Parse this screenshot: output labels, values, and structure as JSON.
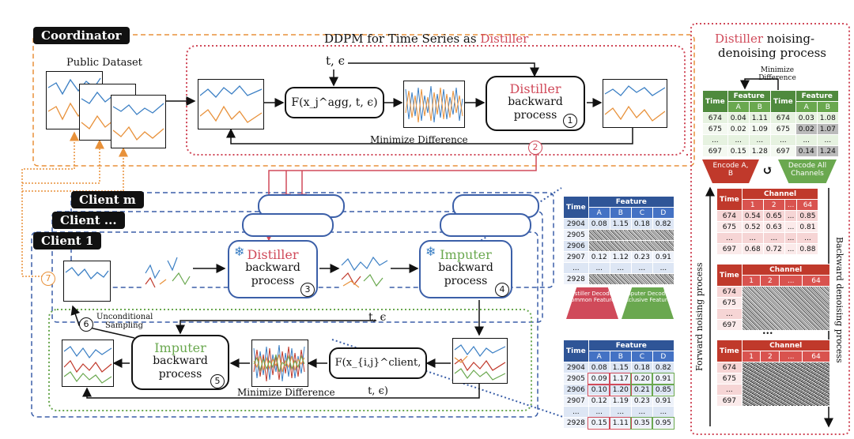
{
  "coordinator": {
    "tag": "Coordinator",
    "title_prefix": "DDPM for Time Series as ",
    "title_highlight": "Distiller",
    "public_dataset": "Public Dataset",
    "t_eps": "t, ϵ",
    "func_label": "F(x_j^agg, t, ϵ)",
    "distiller_box": {
      "line1": "Distiller",
      "line2": "backward",
      "line3": "process"
    },
    "minimize": "Minimize Difference",
    "num1": "1",
    "num2": "2"
  },
  "clients": {
    "tag_m": "Client m",
    "tag_dots": "Client ...",
    "tag_1": "Client 1",
    "distiller_box": {
      "line1": "Distiller",
      "line2": "backward",
      "line3": "process"
    },
    "imputer_box": {
      "line1": "Imputer",
      "line2": "backward",
      "line3": "process"
    },
    "imputer_box5": {
      "line1": "Imputer",
      "line2": "backward",
      "line3": "process"
    },
    "t_eps": "t, ϵ",
    "func_label": "F(x_{i,j}^client, t, ϵ)",
    "minimize": "Minimize Difference",
    "unconditional": "Unconditional Sampling",
    "num3": "3",
    "num4": "4",
    "num5": "5",
    "num6": "6",
    "num7": "7"
  },
  "client_table_top": {
    "time_header": "Time",
    "feature_header": "Feature",
    "cols": [
      "A",
      "B",
      "C",
      "D"
    ],
    "rows": [
      {
        "time": "2904",
        "vals": [
          "0.08",
          "1.15",
          "0.18",
          "0.82"
        ]
      },
      {
        "time": "2905",
        "vals": [
          "",
          "",
          "",
          ""
        ]
      },
      {
        "time": "2906",
        "vals": [
          "",
          "",
          "",
          ""
        ]
      },
      {
        "time": "2907",
        "vals": [
          "0.12",
          "1.12",
          "0.23",
          "0.91"
        ]
      },
      {
        "time": "...",
        "vals": [
          "...",
          "...",
          "...",
          "..."
        ]
      },
      {
        "time": "2928",
        "vals": [
          "",
          "",
          "",
          ""
        ]
      }
    ]
  },
  "decode_labels": {
    "distiller": "Distiller Decodes Common Features",
    "imputer": "Imputer Decodes Exclusive Features"
  },
  "client_table_bottom": {
    "time_header": "Time",
    "feature_header": "Feature",
    "cols": [
      "A",
      "B",
      "C",
      "D"
    ],
    "rows": [
      {
        "time": "2904",
        "vals": [
          "0.08",
          "1.15",
          "0.18",
          "0.82"
        ]
      },
      {
        "time": "2905",
        "vals": [
          "0.09",
          "1.17",
          "0.20",
          "0.91"
        ]
      },
      {
        "time": "2906",
        "vals": [
          "0.10",
          "1.20",
          "0.21",
          "0.85"
        ]
      },
      {
        "time": "2907",
        "vals": [
          "0.12",
          "1.19",
          "0.23",
          "0.91"
        ]
      },
      {
        "time": "...",
        "vals": [
          "...",
          "...",
          "...",
          "..."
        ]
      },
      {
        "time": "2928",
        "vals": [
          "0.15",
          "1.11",
          "0.35",
          "0.95"
        ]
      }
    ]
  },
  "right_panel": {
    "title_highlight": "Distiller",
    "title_rest": " noising-",
    "title_line2": "denoising process",
    "minimize": "Minimize Difference",
    "table_left": {
      "time_header": "Time",
      "feature_header": "Feature",
      "cols": [
        "A",
        "B"
      ],
      "rows": [
        {
          "time": "674",
          "vals": [
            "0.04",
            "1.11"
          ]
        },
        {
          "time": "675",
          "vals": [
            "0.02",
            "1.09"
          ]
        },
        {
          "time": "...",
          "vals": [
            "...",
            "..."
          ]
        },
        {
          "time": "697",
          "vals": [
            "0.15",
            "1.28"
          ]
        }
      ]
    },
    "table_right": {
      "time_header": "Time",
      "feature_header": "Feature",
      "cols": [
        "A",
        "B"
      ],
      "rows": [
        {
          "time": "674",
          "vals": [
            "0.03",
            "1.08"
          ]
        },
        {
          "time": "675",
          "vals": [
            "0.02",
            "1.07"
          ]
        },
        {
          "time": "...",
          "vals": [
            "...",
            "..."
          ]
        },
        {
          "time": "697",
          "vals": [
            "0.14",
            "1.24"
          ]
        }
      ]
    },
    "encode": "Encode A, B",
    "decode": "Decode All Channels",
    "cycle_icon": "↺",
    "channel_table": {
      "time_header": "Time",
      "channel_header": "Channel",
      "cols": [
        "1",
        "2",
        "...",
        "64"
      ],
      "rows": [
        {
          "time": "674",
          "vals": [
            "0.54",
            "0.65",
            "...",
            "0.85"
          ]
        },
        {
          "time": "675",
          "vals": [
            "0.52",
            "0.63",
            "...",
            "0.81"
          ]
        },
        {
          "time": "...",
          "vals": [
            "...",
            "...",
            "...",
            "..."
          ]
        },
        {
          "time": "697",
          "vals": [
            "0.68",
            "0.72",
            "...",
            "0.88"
          ]
        }
      ]
    },
    "noisy_table": {
      "time_header": "Time",
      "channel_header": "Channel",
      "cols": [
        "1",
        "2",
        "...",
        "64"
      ],
      "rows": [
        "674",
        "675",
        "...",
        "697"
      ]
    },
    "ellipsis": "...",
    "forward": "Forward noising process",
    "backward": "Backward denoising process"
  },
  "colors": {
    "red": "#d04a5a",
    "green": "#6aa84f",
    "blue": "#3b5fa8",
    "orange": "#e8913a"
  }
}
